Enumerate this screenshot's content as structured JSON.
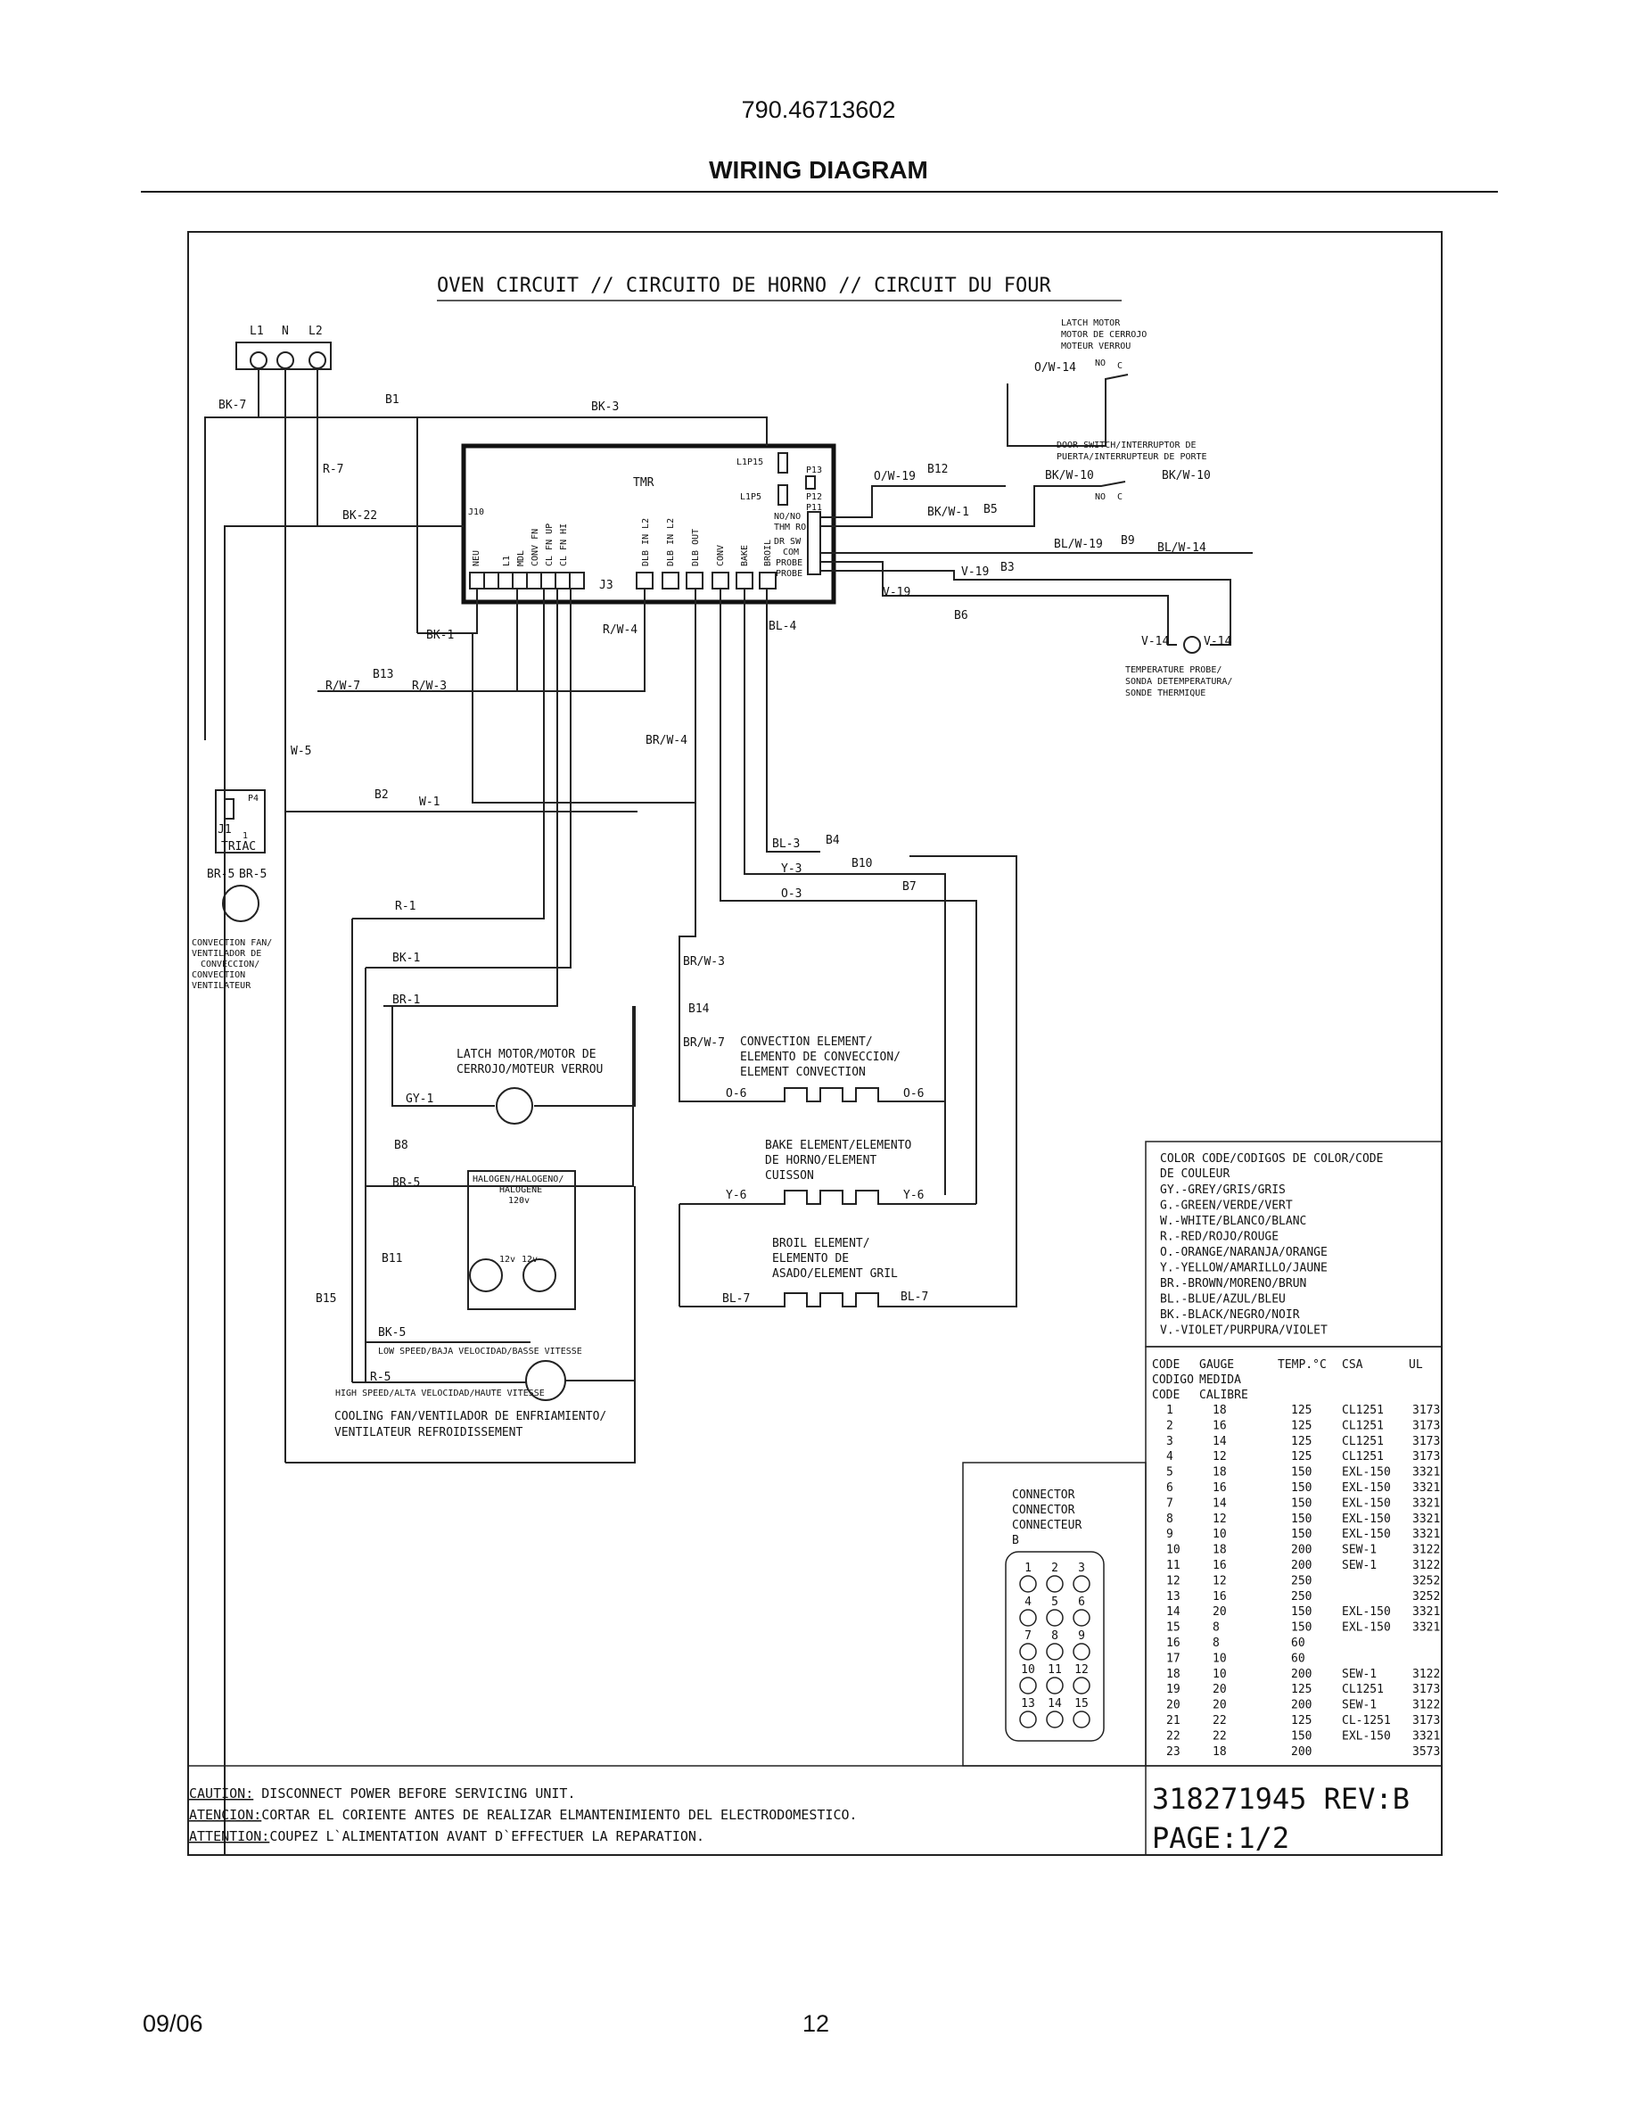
{
  "header": {
    "model": "790.46713602",
    "title": "WIRING DIAGRAM"
  },
  "diagram": {
    "title": "OVEN CIRCUIT // CIRCUITO DE HORNO // CIRCUIT DU FOUR",
    "terminals": {
      "l1": "L1",
      "n": "N",
      "l2": "L2"
    },
    "tmr": {
      "label": "TMR",
      "j10": "J10",
      "j3": "J3",
      "l1p15": "L1P15",
      "l1p5": "L1P5",
      "p13": "P13",
      "p12": "P12",
      "p11": "P11",
      "pins_left": [
        "NEU",
        "L1",
        "MDL",
        "CONV FN",
        "CL FN UP",
        "CL FN HI"
      ],
      "pins_mid": [
        "DLB IN L2",
        "DLB IN L2",
        "DLB OUT",
        "CONV",
        "BAKE",
        "BROIL"
      ],
      "right_labels": [
        "NO/NO",
        "THM RO",
        "DR SW",
        "COM",
        "PROBE",
        "PROBE"
      ]
    },
    "wires": {
      "bk7": "BK-7",
      "b1": "B1",
      "bk3": "BK-3",
      "r7": "R-7",
      "bk22": "BK-22",
      "bk1": "BK-1",
      "rw4": "R/W-4",
      "bl4": "BL-4",
      "b13": "B13",
      "rw7": "R/W-7",
      "rw3": "R/W-3",
      "brw4": "BR/W-4",
      "w5": "W-5",
      "b2": "B2",
      "w1": "W-1",
      "bl3": "BL-3",
      "b4": "B4",
      "y3": "Y-3",
      "b10": "B10",
      "b7": "B7",
      "o3": "O-3",
      "r1": "R-1",
      "bk1b": "BK-1",
      "brw3": "BR/W-3",
      "br1": "BR-1",
      "b14": "B14",
      "brw7": "BR/W-7",
      "gy1": "GY-1",
      "o6a": "O-6",
      "o6b": "O-6",
      "b8": "B8",
      "br5": "BR-5",
      "y6a": "Y-6",
      "y6b": "Y-6",
      "b11": "B11",
      "b15": "B15",
      "bl7a": "BL-7",
      "bl7b": "BL-7",
      "bk5": "BK-5",
      "r5": "R-5",
      "ow19": "O/W-19",
      "b12": "B12",
      "bkw1": "BK/W-1",
      "b5": "B5",
      "blw19": "BL/W-19",
      "b9": "B9",
      "blw14": "BL/W-14",
      "v19a": "V-19",
      "b3": "B3",
      "v19b": "V-19",
      "b6": "B6",
      "v14a": "V-14",
      "v14b": "V-14",
      "ow14": "O/W-14",
      "bkw10a": "BK/W-10",
      "bkw10b": "BK/W-10",
      "br5a": "BR-5",
      "br5b": "BR-5",
      "no1": "NO",
      "c1": "C",
      "no2": "NO",
      "c2": "C"
    },
    "components": {
      "latch_motor": [
        "LATCH MOTOR",
        "MOTOR DE CERROJO",
        "MOTEUR VERROU"
      ],
      "door_switch": [
        "DOOR SWITCH/INTERRUPTOR DE",
        "PUERTA/INTERRUPTEUR DE PORTE"
      ],
      "temp_probe": [
        "TEMPERATURE PROBE/",
        "SONDA DETEMPERATURA/",
        "SONDE THERMIQUE"
      ],
      "triac": {
        "p4": "P4",
        "j1": "J1",
        "one": "1",
        "label": "TRIAC"
      },
      "conv_fan": [
        "CONVECTION FAN/",
        "VENTILADOR DE",
        "CONVECCION/",
        "CONVECTION",
        "VENTILATEUR"
      ],
      "latch_motor2": [
        "LATCH MOTOR/MOTOR DE",
        "CERROJO/MOTEUR VERROU"
      ],
      "conv_element": [
        "CONVECTION ELEMENT/",
        "ELEMENTO DE CONVECCION/",
        "ELEMENT CONVECTION"
      ],
      "bake_element": [
        "BAKE ELEMENT/ELEMENTO",
        "DE HORNO/ELEMENT",
        "CUISSON"
      ],
      "broil_element": [
        "BROIL ELEMENT/",
        "ELEMENTO DE",
        "ASADO/ELEMENT GRIL"
      ],
      "halogen": {
        "label1": "HALOGEN/HALOGENO/",
        "label2": "HALOGENE",
        "v120": "120v",
        "v12a": "12v",
        "v12b": "12v"
      },
      "low_speed": "LOW SPEED/BAJA VELOCIDAD/BASSE VITESSE",
      "high_speed": "HIGH SPEED/ALTA VELOCIDAD/HAUTE VITESSE",
      "cooling_fan": [
        "COOLING FAN/VENTILADOR DE ENFRIAMIENTO/",
        "VENTILATEUR REFROIDISSEMENT"
      ]
    },
    "color_code": {
      "title": [
        "COLOR CODE/CODIGOS DE COLOR/CODE",
        "DE COULEUR"
      ],
      "entries": [
        "GY.-GREY/GRIS/GRIS",
        "G.-GREEN/VERDE/VERT",
        "W.-WHITE/BLANCO/BLANC",
        "R.-RED/ROJO/ROUGE",
        "O.-ORANGE/NARANJA/ORANGE",
        "Y.-YELLOW/AMARILLO/JAUNE",
        "BR.-BROWN/MORENO/BRUN",
        "BL.-BLUE/AZUL/BLEU",
        "BK.-BLACK/NEGRO/NOIR",
        "V.-VIOLET/PURPURA/VIOLET"
      ]
    },
    "gauge_table": {
      "headers": [
        "CODE",
        "GAUGE",
        "TEMP.°C",
        "CSA",
        "UL"
      ],
      "headers2": [
        "CODIGO",
        "MEDIDA"
      ],
      "headers3": [
        "CODE",
        "CALIBRE"
      ],
      "rows": [
        [
          "1",
          "18",
          "125",
          "CL1251",
          "3173"
        ],
        [
          "2",
          "16",
          "125",
          "CL1251",
          "3173"
        ],
        [
          "3",
          "14",
          "125",
          "CL1251",
          "3173"
        ],
        [
          "4",
          "12",
          "125",
          "CL1251",
          "3173"
        ],
        [
          "5",
          "18",
          "150",
          "EXL-150",
          "3321"
        ],
        [
          "6",
          "16",
          "150",
          "EXL-150",
          "3321"
        ],
        [
          "7",
          "14",
          "150",
          "EXL-150",
          "3321"
        ],
        [
          "8",
          "12",
          "150",
          "EXL-150",
          "3321"
        ],
        [
          "9",
          "10",
          "150",
          "EXL-150",
          "3321"
        ],
        [
          "10",
          "18",
          "200",
          "SEW-1",
          "3122"
        ],
        [
          "11",
          "16",
          "200",
          "SEW-1",
          "3122"
        ],
        [
          "12",
          "12",
          "250",
          "",
          "3252"
        ],
        [
          "13",
          "16",
          "250",
          "",
          "3252"
        ],
        [
          "14",
          "20",
          "150",
          "EXL-150",
          "3321"
        ],
        [
          "15",
          "8",
          "150",
          "EXL-150",
          "3321"
        ],
        [
          "16",
          "8",
          "60",
          "",
          ""
        ],
        [
          "17",
          "10",
          "60",
          "",
          ""
        ],
        [
          "18",
          "10",
          "200",
          "SEW-1",
          "3122"
        ],
        [
          "19",
          "20",
          "125",
          "CL1251",
          "3173"
        ],
        [
          "20",
          "20",
          "200",
          "SEW-1",
          "3122"
        ],
        [
          "21",
          "22",
          "125",
          "CL-1251",
          "3173"
        ],
        [
          "22",
          "22",
          "150",
          "EXL-150",
          "3321"
        ],
        [
          "23",
          "18",
          "200",
          "",
          "3573"
        ]
      ]
    },
    "connector": {
      "label": [
        "CONNECTOR",
        "CONNECTOR",
        "CONNECTEUR",
        "B"
      ],
      "pins": [
        "1",
        "2",
        "3",
        "4",
        "5",
        "6",
        "7",
        "8",
        "9",
        "10",
        "11",
        "12",
        "13",
        "14",
        "15"
      ]
    },
    "caution": {
      "k1": "CAUTION:",
      "t1": " DISCONNECT POWER BEFORE SERVICING UNIT.",
      "k2": "ATENCION:",
      "t2": "CORTAR EL CORIENTE ANTES DE REALIZAR ELMANTENIMIENTO DEL ELECTRODOMESTICO.",
      "k3": "ATTENTION:",
      "t3": "COUPEZ L`ALIMENTATION AVANT D`EFFECTUER LA REPARATION."
    },
    "part_number": "318271945 REV:B",
    "page": "PAGE:1/2"
  },
  "footer": {
    "date": "09/06",
    "page_number": "12"
  }
}
